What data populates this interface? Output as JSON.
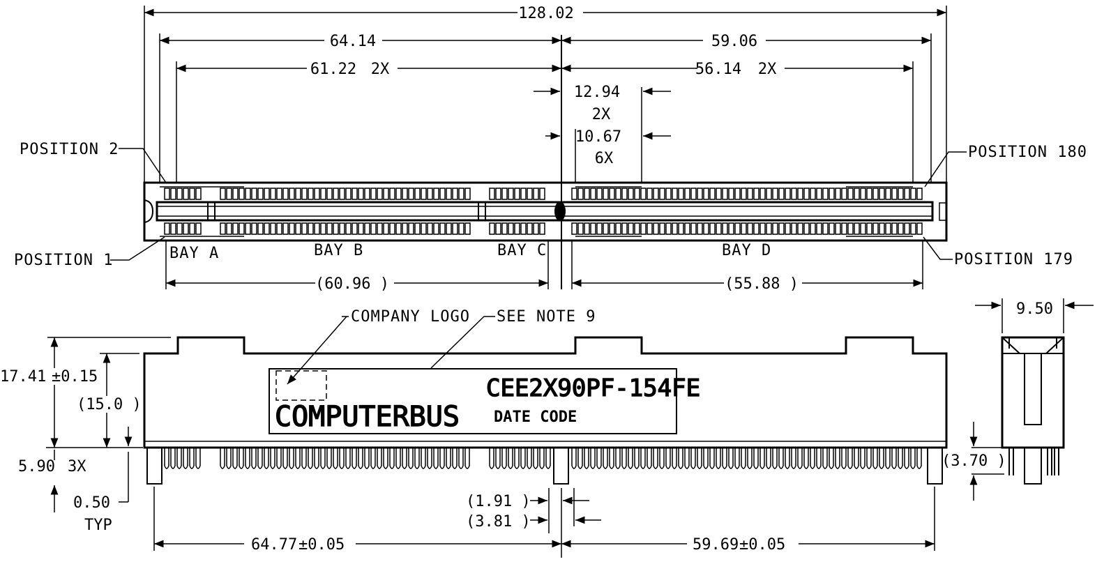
{
  "top_view": {
    "overall_length": "128.02",
    "left_center": "64.14",
    "right_center": "59.06",
    "left_bay_span": "61.22",
    "left_bay_span_mult": "2X",
    "right_bay_span": "56.14",
    "right_bay_span_mult": "2X",
    "key_width_a": "12.94",
    "key_width_a_mult": "2X",
    "key_width_b": "10.67",
    "key_width_b_mult": "6X",
    "ref_left": "(60.96 )",
    "ref_right": "(55.88 )",
    "position_labels": {
      "p2": "POSITION 2",
      "p1": "POSITION 1",
      "p180": "POSITION 180",
      "p179": "POSITION 179"
    },
    "bays": [
      "BAY A",
      "BAY B",
      "BAY C",
      "BAY D"
    ]
  },
  "front_view": {
    "company_logo_label": "COMPANY LOGO",
    "see_note": "SEE NOTE 9",
    "part_number": "CEE2X90PF-154FE",
    "brand": "COMPUTERBUS",
    "date_code": "DATE CODE",
    "height": "17.41",
    "height_tol": "±0.15",
    "body_height_ref": "(15.0 )",
    "tail_length": "5.90",
    "tail_length_mult": "3X",
    "tail_tol": "0.50",
    "tail_tol_note": "TYP",
    "peg_a": "(1.91 )",
    "peg_b": "(3.81 )",
    "peg_left": "64.77",
    "peg_left_tol": "±0.05",
    "peg_right": "59.69",
    "peg_right_tol": "±0.05"
  },
  "side_view": {
    "width": "9.50",
    "tail_ref": "(3.70 )"
  }
}
